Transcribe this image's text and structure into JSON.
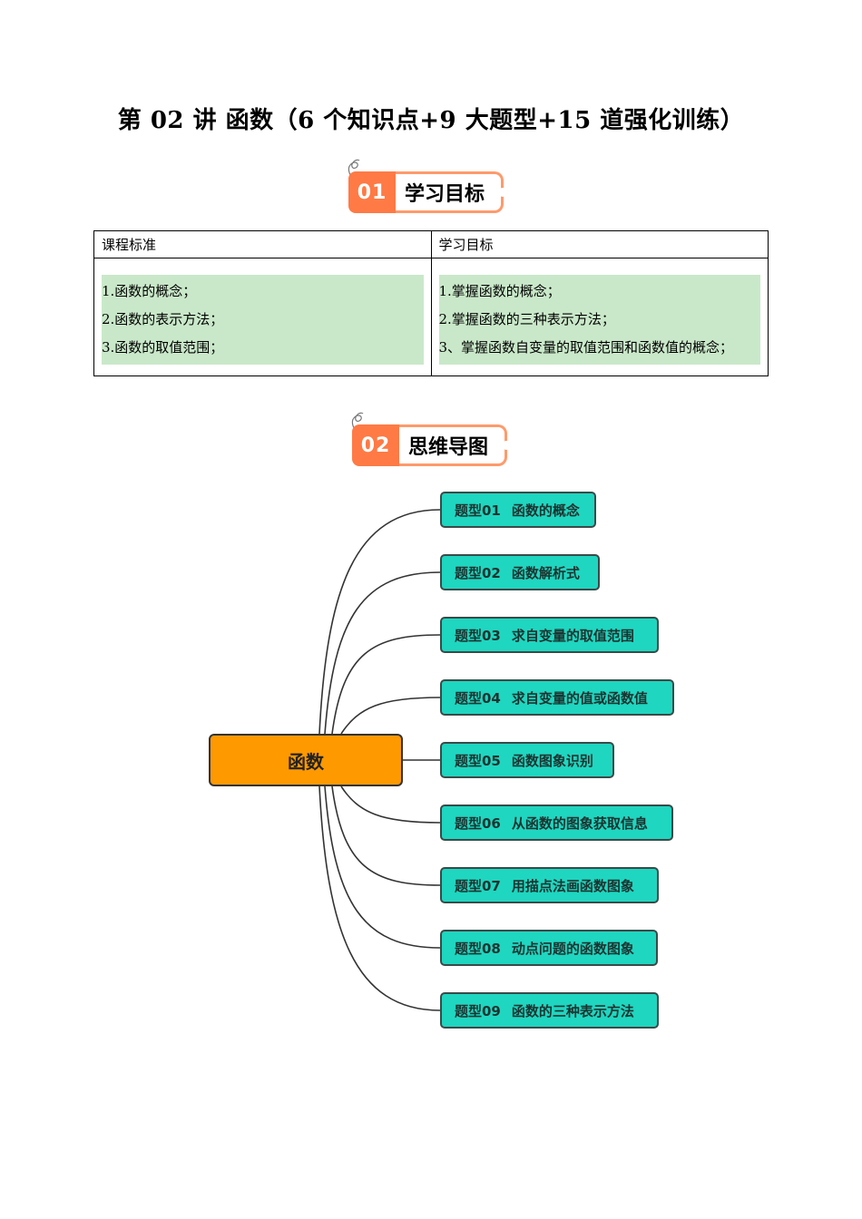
{
  "doc_title": "第 02 讲  函数（6 个知识点+9 大题型+15 道强化训练）",
  "section1": {
    "num": "01",
    "label": "学习目标"
  },
  "section2": {
    "num": "02",
    "label": "思维导图"
  },
  "table": {
    "headers": [
      "课程标准",
      "学习目标"
    ],
    "left_items": [
      "1.函数的概念；",
      "2.函数的表示方法；",
      "3.函数的取值范围；"
    ],
    "right_items": [
      "1.掌握函数的概念；",
      "2.掌握函数的三种表示方法；",
      "3、掌握函数自变量的取值范围和函数值的概念；"
    ]
  },
  "mindmap": {
    "root": "函数",
    "branches": [
      {
        "code": "题型01",
        "text": "函数的概念"
      },
      {
        "code": "题型02",
        "text": "函数解析式"
      },
      {
        "code": "题型03",
        "text": "求自变量的取值范围"
      },
      {
        "code": "题型04",
        "text": "求自变量的值或函数值"
      },
      {
        "code": "题型05",
        "text": "函数图象识别"
      },
      {
        "code": "题型06",
        "text": "从函数的图象获取信息"
      },
      {
        "code": "题型07",
        "text": "用描点法画函数图象"
      },
      {
        "code": "题型08",
        "text": "动点问题的函数图象"
      },
      {
        "code": "题型09",
        "text": "函数的三种表示方法"
      }
    ]
  },
  "colors": {
    "badge_accent": "#ff7a45",
    "root_fill": "#ff9900",
    "node_fill": "#1fd6c0",
    "highlight": "#c9e8c9"
  }
}
